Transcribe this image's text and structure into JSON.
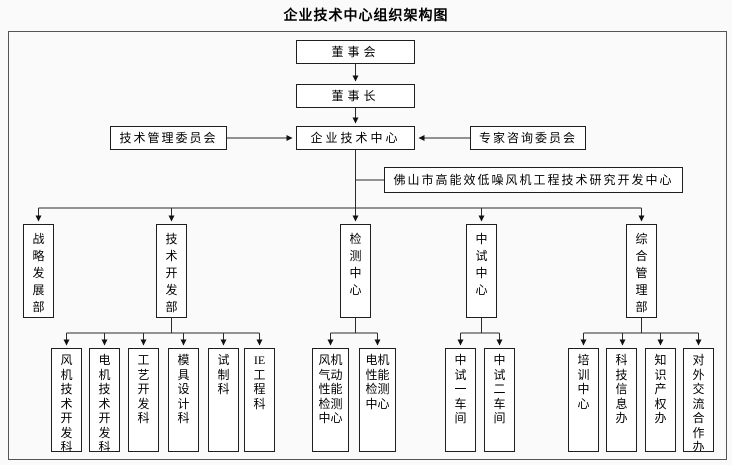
{
  "title": "企业技术中心组织架构图",
  "colors": {
    "background": "#fafafa",
    "box_fill": "#ffffff",
    "box_border": "#1f1f1f",
    "line": "#2b2b2b"
  },
  "org": {
    "board": "董事会",
    "chairman": "董事长",
    "tech_mgmt_committee": "技术管理委员会",
    "enterprise_tech_center": "企业技术中心",
    "expert_committee": "专家咨询委员会",
    "foshan_rd_center": "佛山市高能效低噪风机工程技术研究开发中心",
    "level2": [
      "战略发展部",
      "技术开发部",
      "检测中心",
      "中试中心",
      "综合管理部"
    ],
    "tech_dev_children": [
      "风机技术开发科",
      "电机技术开发科",
      "工艺开发科",
      "模具设计科",
      "试制科",
      "IE工程科"
    ],
    "testing_children": [
      "风机气动性能检测中心",
      "电机性能检测中心"
    ],
    "pilot_children": [
      "中试一车间",
      "中试二车间"
    ],
    "admin_children": [
      "培训中心",
      "科技信息办",
      "知识产权办",
      "对外交流合作办"
    ]
  }
}
